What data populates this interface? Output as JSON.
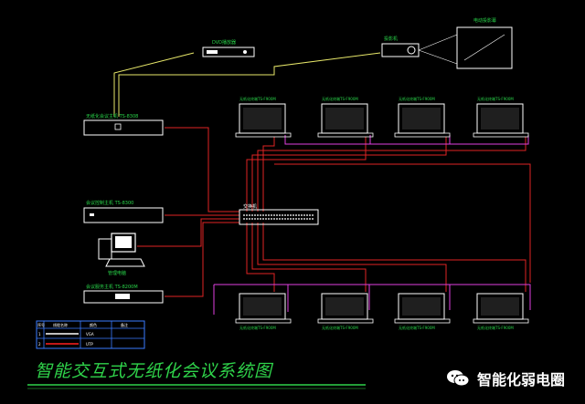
{
  "diagram": {
    "title": "智能交互式无纸化会议系统图",
    "brand": "智能化弱电圈",
    "devices": {
      "dvd": "DVD播放器",
      "projector": "投影机",
      "projector_screen": "电动投影幕",
      "host_top": "无纸化会议主机 TS-8308",
      "host_mid": "会议控制主机 TS-8300",
      "host_bottom": "会议服务主机 TS-8200M",
      "switch": "交换机",
      "pc": "管理电脑"
    },
    "terminals": {
      "top": [
        "无纸化终端TS-F900M",
        "无纸化终端TS-F900M",
        "无纸化终端TS-F900M",
        "无纸化终端TS-F900M"
      ],
      "bottom": [
        "无纸化终端TS-F900M",
        "无纸化终端TS-F900M",
        "无纸化终端TS-F900M",
        "无纸化终端TS-F900M"
      ]
    },
    "legend": {
      "header": [
        "序号",
        "线缆名称",
        "颜色",
        "备注"
      ],
      "rows": [
        {
          "no": "1",
          "name": "VGA",
          "color": "#ffffff"
        },
        {
          "no": "2",
          "name": "UTP",
          "color": "#ff2020"
        }
      ]
    }
  },
  "colors": {
    "background": "#000000",
    "network": "#e02424",
    "video": "#e8e86a",
    "audio": "#e040e0",
    "label": "#29d64a",
    "frame": "#ffffff",
    "legend_border": "#3a7bff"
  }
}
